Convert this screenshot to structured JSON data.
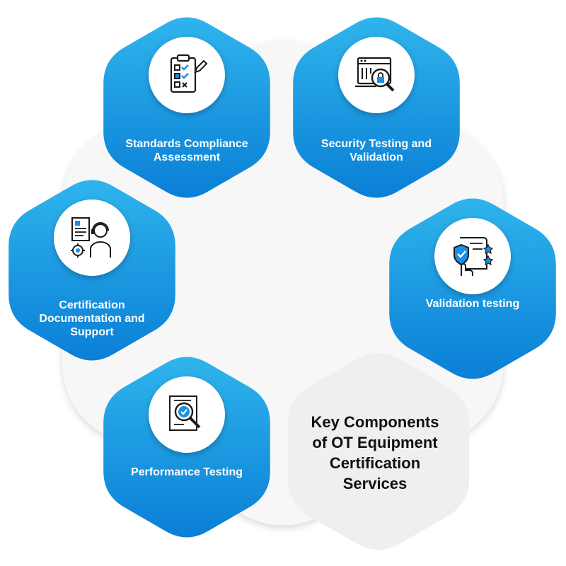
{
  "colors": {
    "hex_top": "#2fb4ec",
    "hex_bottom": "#0a7fd6",
    "center_hex": "#efefef",
    "bg_hex": "#f7f7f7",
    "label_text": "#ffffff",
    "title_text": "#111111",
    "icon_stroke": "#1a1a1a",
    "icon_accent": "#1a8fe3"
  },
  "center": {
    "title": "Key Components\nof OT Equipment\nCertification\nServices"
  },
  "items": [
    {
      "label": "Standards Compliance\nAssessment",
      "icon": "checklist-clipboard-icon"
    },
    {
      "label": "Security Testing and\nValidation",
      "icon": "security-scan-icon"
    },
    {
      "label": "Certification\nDocumentation and\nSupport",
      "icon": "document-support-agent-icon"
    },
    {
      "label": "Validation testing",
      "icon": "shield-certificate-icon"
    },
    {
      "label": "Performance Testing",
      "icon": "document-magnifier-icon"
    }
  ]
}
